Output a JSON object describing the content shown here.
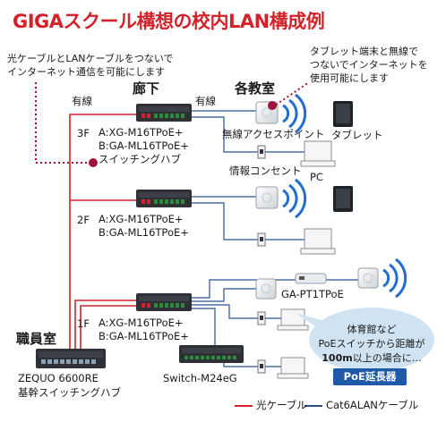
{
  "title": "GIGAスクール構想の校内LAN構成例",
  "notes": {
    "left": "光ケーブルとLANケーブルをつないで\nインターネット通信を可能にします",
    "right": "タブレット端末と無線で\nつないでインターネットを\n使用可能にします"
  },
  "places": {
    "corridor": "廊下",
    "classroom": "各教室",
    "staffroom": "職員室"
  },
  "wired": {
    "left": "有線",
    "right": "有線"
  },
  "floors": {
    "f3": {
      "floor": "3F",
      "lines": "A:XG-M16TPoE+\nB:GA-ML16TPoE+\nスイッチングハブ"
    },
    "f2": {
      "floor": "2F",
      "lines": "A:XG-M16TPoE+\nB:GA-ML16TPoE+"
    },
    "f1": {
      "floor": "1F",
      "lines": "A:XG-M16TPoE+\nB:GA-ML16TPoE+"
    }
  },
  "devices": {
    "access_point": "無線アクセスポイント",
    "tablet": "タブレット",
    "outlet": "情報コンセント",
    "pc": "PC",
    "extender": "GA-PT1TPoE",
    "switch_m24": "Switch-M24eG",
    "core_model": "ZEQUO 6600RE",
    "core_desc": "基幹スイッチングハブ"
  },
  "bubble": {
    "line1": "体育館など",
    "line2": "PoEスイッチから距離が",
    "line3_bold": "100m",
    "line3_rest": "以上の場合に…"
  },
  "poe_badge": "PoE延長器",
  "legend": {
    "fiber": "光ケーブル",
    "lan": "Cat6ALANケーブル"
  },
  "colors": {
    "title_red": "#d2232a",
    "fiber_red": "#d2232a",
    "lan_blue": "#2b4f8f",
    "wifi_blue": "#1e6fd0",
    "note_dot": "#a0123a",
    "switch_dark": "#2d3035",
    "port_green": "#2e8b3a",
    "bubble_blue": "#cfe3f2",
    "badge_blue": "#1e5aa8"
  }
}
